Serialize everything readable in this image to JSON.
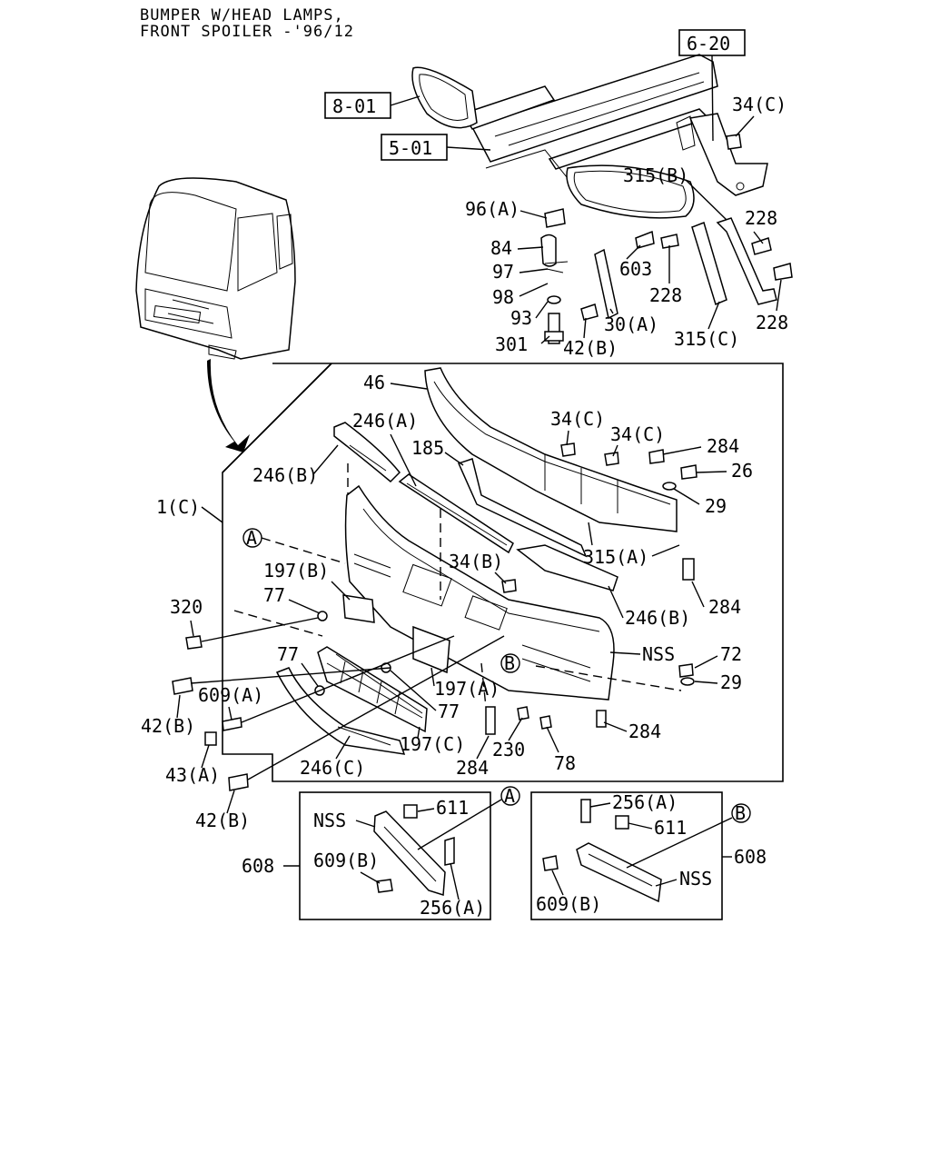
{
  "title": {
    "line1": "BUMPER W/HEAD LAMPS,",
    "line2": "FRONT SPOILER -'96/12"
  },
  "refs": {
    "ref_6_20": "6-20",
    "ref_8_01": "8-01",
    "ref_5_01": "5-01"
  },
  "callouts": {
    "c34c_top": "34(C)",
    "c315b": "315(B)",
    "c228_a": "228",
    "c96a": "96(A)",
    "c84": "84",
    "c603": "603",
    "c97": "97",
    "c98": "98",
    "c228_b": "228",
    "c228_c": "228",
    "c93": "93",
    "c30a": "30(A)",
    "c301": "301",
    "c42b_top": "42(B)",
    "c315c": "315(C)",
    "c46": "46",
    "c246a": "246(A)",
    "c34c_m1": "34(C)",
    "c34c_m2": "34(C)",
    "c284_a": "284",
    "c185": "185",
    "c246b_l": "246(B)",
    "c26": "26",
    "c29_a": "29",
    "c1c": "1(C)",
    "c315a": "315(A)",
    "c34b": "34(B)",
    "c197b": "197(B)",
    "c284_b": "284",
    "c320": "320",
    "c77_a": "77",
    "c246b_r": "246(B)",
    "c77_b": "77",
    "nss_main": "NSS",
    "c72": "72",
    "c29_b": "29",
    "c609a": "609(A)",
    "c197a": "197(A)",
    "c77_c": "77",
    "c42b_l": "42(B)",
    "c284_c": "284",
    "c197c": "197(C)",
    "c230": "230",
    "c43a": "43(A)",
    "c284_d": "284",
    "c78": "78",
    "c246c": "246(C)",
    "c42b_b": "42(B)",
    "c611_l": "611",
    "nss_l": "NSS",
    "c608_l": "608",
    "c609b_l": "609(B)",
    "c256a_l": "256(A)",
    "c256a_r": "256(A)",
    "c611_r": "611",
    "c608_r": "608",
    "nss_r": "NSS",
    "c609b_r": "609(B)"
  },
  "markers": {
    "a": "A",
    "b": "B"
  }
}
